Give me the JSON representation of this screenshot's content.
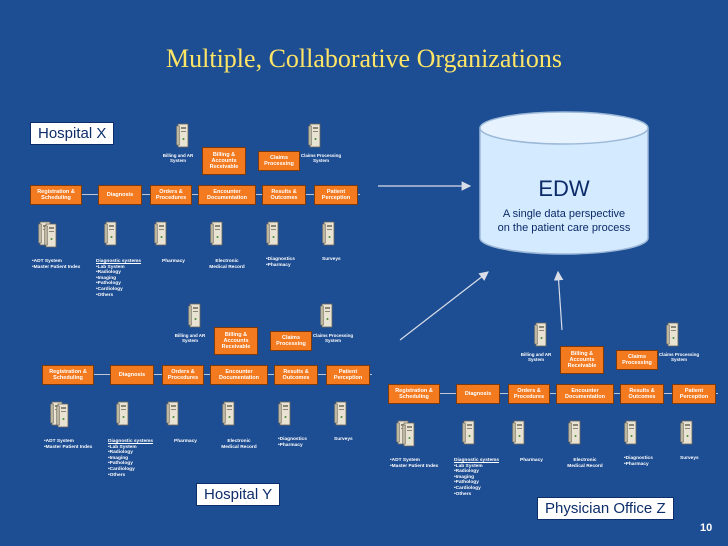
{
  "title": "Multiple, Collaborative Organizations",
  "page_number": "10",
  "edw": {
    "title": "EDW",
    "line1": "A single data perspective",
    "line2": "on the patient care process"
  },
  "orgs": {
    "hospital_x": {
      "label": "Hospital X",
      "top_boxes": [
        "Billing & Accounts Receivable",
        "Claims Processing"
      ],
      "top_systems": [
        "Billing and AR System",
        "Claims Processing System"
      ],
      "process_boxes": [
        "Registration & Scheduling",
        "Diagnosis",
        "Orders & Procedures",
        "Encounter Documentation",
        "Results & Outcomes",
        "Patient Perception"
      ],
      "lists": {
        "adt": [
          "•ADT System",
          "•Master Patient Index"
        ],
        "diag_head": "Diagnostic systems",
        "diag": [
          "•Lab System",
          "•Radiology",
          "•Imaging",
          "•Pathology",
          "•Cardiology",
          "•Others"
        ],
        "pharmacy": "Pharmacy",
        "emr": [
          "Electronic",
          "Medical Record"
        ],
        "results": [
          "•Diagnostics",
          "•Pharmacy"
        ],
        "surveys": "Surveys"
      }
    },
    "hospital_y": {
      "label": "Hospital Y",
      "top_boxes": [
        "Billing & Accounts Receivable",
        "Claims Processing"
      ],
      "top_systems": [
        "Billing and AR System",
        "Claims Processing System"
      ],
      "process_boxes": [
        "Registration & Scheduling",
        "Diagnosis",
        "Orders & Procedures",
        "Encounter Documentation",
        "Results & Outcomes",
        "Patient Perception"
      ],
      "lists": {
        "adt": [
          "•ADT System",
          "•Master Patient Index"
        ],
        "diag_head": "Diagnostic systems",
        "diag": [
          "•Lab System",
          "•Radiology",
          "•Imaging",
          "•Pathology",
          "•Cardiology",
          "•Others"
        ],
        "pharmacy": "Pharmacy",
        "emr": [
          "Electronic",
          "Medical Record"
        ],
        "results": [
          "•Diagnostics",
          "•Pharmacy"
        ],
        "surveys": "Surveys"
      }
    },
    "physician_z": {
      "label": "Physician Office Z",
      "top_boxes": [
        "Billing & Accounts Receivable",
        "Claims Processing"
      ],
      "top_systems": [
        "Billing and AR System",
        "Claims Processing System"
      ],
      "process_boxes": [
        "Registration & Scheduling",
        "Diagnosis",
        "Orders & Procedures",
        "Encounter Documentation",
        "Results & Outcomes",
        "Patient Perception"
      ],
      "lists": {
        "adt": [
          "•ADT System",
          "•Master Patient Index"
        ],
        "diag_head": "Diagnostic systems",
        "diag": [
          "•Lab System",
          "•Radiology",
          "•Imaging",
          "•Pathology",
          "•Cardiology",
          "•Others"
        ],
        "pharmacy": "Pharmacy",
        "emr": [
          "Electronic",
          "Medical Record"
        ],
        "results": [
          "•Diagnostics",
          "•Pharmacy"
        ],
        "surveys": "Surveys"
      }
    }
  },
  "colors": {
    "background": "#1d4d92",
    "title": "#ffe566",
    "process_box": "#f47a20",
    "edw_fill": "#d4ebff",
    "text": "#ffffff"
  }
}
